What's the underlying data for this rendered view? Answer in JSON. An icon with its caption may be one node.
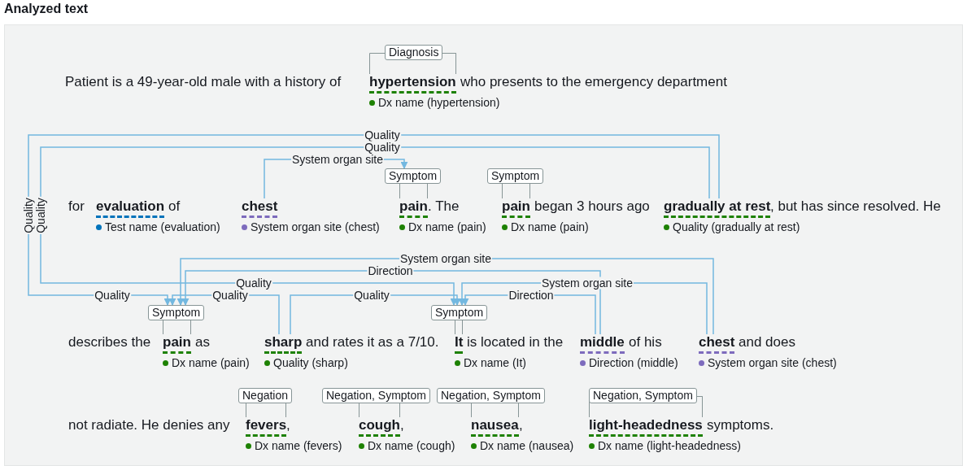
{
  "diagram": {
    "title": "Analyzed text",
    "nodes": [
      {
        "text": [
          "Diagnosis"
        ]
      },
      {
        "text": [
          "hypertension",
          "Dx name (hypertension)"
        ]
      },
      {
        "text": [
          "evaluation",
          "Test name (evaluation)"
        ]
      },
      {
        "text": [
          "chest",
          "System organ site (chest)"
        ]
      },
      {
        "text": [
          "Symptom"
        ]
      },
      {
        "text": [
          "pain",
          "Dx name (pain)"
        ]
      },
      {
        "text": [
          "Symptom"
        ]
      },
      {
        "text": [
          "pain",
          "Dx name (pain)"
        ]
      },
      {
        "text": [
          "gradually at rest",
          "Quality (gradually at rest)"
        ]
      },
      {
        "text": [
          "Symptom"
        ]
      },
      {
        "text": [
          "pain",
          "Dx name (pain)"
        ]
      },
      {
        "text": [
          "sharp",
          "Quality (sharp)"
        ]
      },
      {
        "text": [
          "Symptom"
        ]
      },
      {
        "text": [
          "It",
          "Dx name (It)"
        ]
      },
      {
        "text": [
          "middle",
          "Direction (middle)"
        ]
      },
      {
        "text": [
          "chest",
          "System organ site (chest)"
        ]
      },
      {
        "text": [
          "Negation"
        ]
      },
      {
        "text": [
          "fevers",
          "Dx name (fevers)"
        ]
      },
      {
        "text": [
          "Negation, Symptom"
        ]
      },
      {
        "text": [
          "cough",
          "Dx name (cough)"
        ]
      },
      {
        "text": [
          "Negation, Symptom"
        ]
      },
      {
        "text": [
          "nausea",
          "Dx name (nausea)"
        ]
      },
      {
        "text": [
          "Negation, Symptom"
        ]
      },
      {
        "text": [
          "light-headedness",
          "Dx name (light-headedness)"
        ]
      }
    ],
    "edges": [
      {
        "from": 3,
        "to": 4,
        "arrow": "to",
        "label": "System organ site",
        "color": "#73b8e0"
      },
      {
        "from": 8,
        "to": 9,
        "arrow": "to",
        "label": "Quality",
        "color": "#73b8e0"
      },
      {
        "from": 8,
        "to": 12,
        "arrow": "to",
        "label": "Quality",
        "color": "#73b8e0"
      },
      {
        "from": 11,
        "to": 9,
        "arrow": "to",
        "label": "Quality",
        "color": "#73b8e0"
      },
      {
        "from": 11,
        "to": 12,
        "arrow": "to",
        "label": "Quality",
        "color": "#73b8e0"
      },
      {
        "from": 15,
        "to": 9,
        "arrow": "to",
        "label": "System organ site",
        "color": "#73b8e0"
      },
      {
        "from": 14,
        "to": 9,
        "arrow": "to",
        "label": "Direction",
        "color": "#73b8e0"
      },
      {
        "from": 15,
        "to": 12,
        "arrow": "to",
        "label": "System organ site",
        "color": "#73b8e0"
      },
      {
        "from": 14,
        "to": 12,
        "arrow": "to",
        "label": "Direction",
        "color": "#73b8e0"
      },
      {
        "from": 0,
        "to": 1,
        "arrow": "none"
      },
      {
        "from": 4,
        "to": 5,
        "arrow": "none"
      },
      {
        "from": 6,
        "to": 7,
        "arrow": "none"
      },
      {
        "from": 9,
        "to": 10,
        "arrow": "none"
      },
      {
        "from": 12,
        "to": 13,
        "arrow": "none"
      },
      {
        "from": 16,
        "to": 17,
        "arrow": "none"
      },
      {
        "from": 18,
        "to": 19,
        "arrow": "none"
      },
      {
        "from": 20,
        "to": 21,
        "arrow": "none"
      },
      {
        "from": 22,
        "to": 23,
        "arrow": "none"
      }
    ],
    "labels": [
      "Patient is a 49-year-old male with a history of",
      "who presents to the emergency department",
      "Quality",
      "Quality",
      "for",
      "of",
      ". The",
      "began 3 hours ago",
      ", but has since resolved. He",
      "Quality",
      "Quality",
      "describes the",
      "as",
      "and rates it as a 7/10.",
      "is located in the",
      "of his",
      "and does",
      "not radiate. He denies any",
      ",",
      ",",
      ",",
      "symptoms."
    ]
  }
}
